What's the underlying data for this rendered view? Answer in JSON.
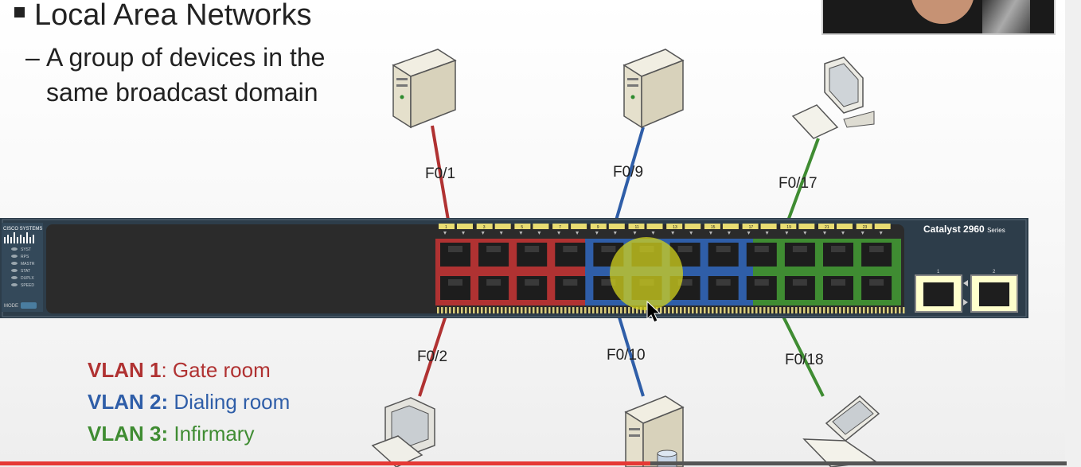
{
  "slide": {
    "heading": "Local Area Networks",
    "subpoint_dash": "–",
    "subpoint_line1": "A group of devices in the",
    "subpoint_line2": "same broadcast domain"
  },
  "switch": {
    "brand_text": "CISCO SYSTEMS",
    "model_name": "Catalyst 2960",
    "model_suffix": "Series",
    "console_label": "MODE",
    "status_leds": [
      "SYST",
      "RPS",
      "MASTR",
      "STAT",
      "DUPLX",
      "SPEED"
    ],
    "port_numbers_top": [
      "1",
      "3",
      "5",
      "7",
      "9",
      "11",
      "13",
      "15",
      "17",
      "19",
      "21",
      "23"
    ],
    "uplink_labels": [
      "1",
      "2"
    ]
  },
  "ports": {
    "f01": "F0/1",
    "f02": "F0/2",
    "f09": "F0/9",
    "f010": "F0/10",
    "f017": "F0/17",
    "f018": "F0/18"
  },
  "legend": {
    "vlan1_name": "VLAN 1",
    "vlan1_desc": ": Gate room",
    "vlan2_name": "VLAN 2:",
    "vlan2_desc": " Dialing room",
    "vlan3_name": "VLAN 3:",
    "vlan3_desc": " Infirmary"
  },
  "colors": {
    "vlan1": "#b03232",
    "vlan2": "#2f5ea8",
    "vlan3": "#3f8c32",
    "highlight": "#d2d21e"
  },
  "video": {
    "progress": 0.61
  }
}
